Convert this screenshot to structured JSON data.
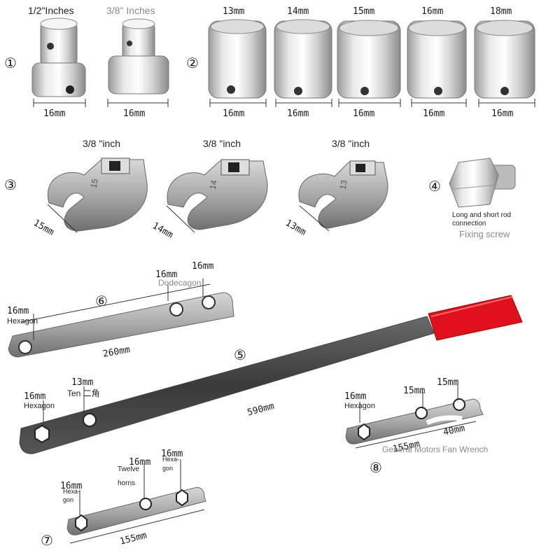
{
  "adapters": {
    "number": "①",
    "items": [
      {
        "label": "1/2\"Inches",
        "size": "16mm"
      },
      {
        "label": "3/8\" Inches",
        "size": "16mm"
      }
    ]
  },
  "sockets": {
    "number": "②",
    "items": [
      {
        "label": "13mm",
        "size": "16mm"
      },
      {
        "label": "14mm",
        "size": "16mm"
      },
      {
        "label": "15mm",
        "size": "16mm"
      },
      {
        "label": "16mm",
        "size": "16mm"
      },
      {
        "label": "18mm",
        "size": "16mm"
      }
    ]
  },
  "crowfoot": {
    "number": "③",
    "items": [
      {
        "label": "3/8 \"inch",
        "size": "15mm",
        "stamp": "15"
      },
      {
        "label": "3/8 \"inch",
        "size": "14mm",
        "stamp": "14"
      },
      {
        "label": "3/8 \"inch",
        "size": "13mm",
        "stamp": "13"
      }
    ]
  },
  "screw": {
    "number": "④",
    "caption_line1": "Long and short rod",
    "caption_line2": "connection",
    "caption_title": "Fixing screw"
  },
  "long_wrench": {
    "number": "⑤",
    "length": "590mm",
    "hole1_size": "16mm",
    "hole1_type": "Hexagon",
    "hole2_size": "13mm",
    "hole2_type": "Ten 二角"
  },
  "wrench6": {
    "number": "⑥",
    "length": "260mm",
    "left_size": "16mm",
    "left_type": "Hexagon",
    "mid_size": "16mm",
    "right_size": "16mm",
    "mid_type": "Dodecagon"
  },
  "wrench7": {
    "number": "⑦",
    "length": "155mm",
    "left_size": "16mm",
    "left_type_a": "Hexa-",
    "left_type_b": "gon",
    "mid_size": "16mm",
    "mid_type_a": "Twelve",
    "mid_type_b": "horns",
    "right_size": "16mm",
    "right_type_a": "Hexa-",
    "right_type_b": "gon"
  },
  "wrench8": {
    "number": "⑧",
    "length": "155mm",
    "left_size": "16mm",
    "left_type": "Hexagon",
    "mid_size": "15mm",
    "right_size": "15mm",
    "slot_size": "40mm",
    "caption": "General Motors Fan Wrench"
  },
  "colors": {
    "steel_light": "#f2f2f2",
    "steel_dark": "#8c8c8c",
    "bar_dark": "#3d3d3d",
    "grip_red": "#e0101c"
  }
}
